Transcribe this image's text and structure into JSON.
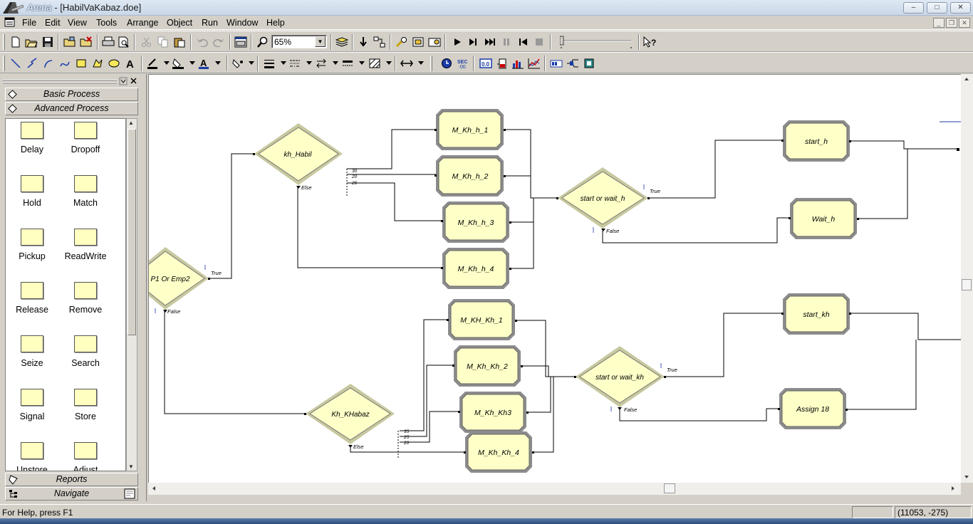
{
  "window": {
    "app_name": "Arena",
    "doc_title": " - [HabilVaKabaz.doe]"
  },
  "menu": [
    "File",
    "Edit",
    "View",
    "Tools",
    "Arrange",
    "Object",
    "Run",
    "Window",
    "Help"
  ],
  "zoom": {
    "value": "65%"
  },
  "project_bar": {
    "panels": [
      {
        "label": "Basic Process"
      },
      {
        "label": "Advanced Process"
      }
    ],
    "modules": [
      "Delay",
      "Dropoff",
      "Hold",
      "Match",
      "Pickup",
      "ReadWrite",
      "Release",
      "Remove",
      "Seize",
      "Search",
      "Signal",
      "Store",
      "Unstore",
      "Adjust"
    ],
    "footer": [
      {
        "label": "Reports"
      },
      {
        "label": "Navigate"
      }
    ]
  },
  "flowchart": {
    "decisions": {
      "emp": "P1 Or Emp2",
      "kh_habil": "kh_Habil",
      "start_wait_h": "start or wait_h",
      "kh_khabaz": "Kh_KHabaz",
      "start_wait_kh": "start or wait_kh"
    },
    "processes": {
      "m_kh_h_1": "M_Kh_h_1",
      "m_kh_h_2": "M_Kh_h_2",
      "m_kh_h_3": "M_Kh_h_3",
      "m_kh_h_4": "M_Kh_h_4",
      "start_h": "start_h",
      "wait_h": "Wait_h",
      "m_kh_kh_1": "M_KH_Kh_1",
      "m_kh_kh_2": "M_Kh_Kh_2",
      "m_kh_kh3": "M_Kh_Kh3",
      "m_kh_kh_4": "M_Kh_Kh_4",
      "start_kh": "start_kh",
      "assign_18": "Assign 18"
    },
    "branch_labels": {
      "true": "True",
      "false": "False",
      "else": "Else",
      "habil_pcts": [
        "30",
        "20",
        "25"
      ],
      "khabaz_pcts": [
        "35",
        "25",
        "20"
      ]
    }
  },
  "status": {
    "help": "For Help, press F1",
    "coords": "(11053, -275)"
  }
}
